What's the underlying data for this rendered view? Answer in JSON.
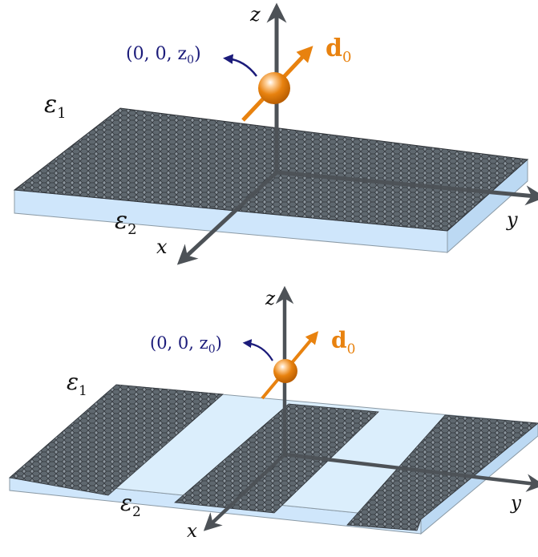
{
  "colors": {
    "axis": "#4d5257",
    "dipole": "#e8820f",
    "position_label": "#1b1b7a",
    "substrate_top": "#dbeefc",
    "substrate_side": "#cfe6fb",
    "graphene_fill": "#7f8a93",
    "graphene_line": "#2f3338"
  },
  "panels": [
    {
      "id": "top",
      "layer": "continuous-graphene-sheet",
      "labels": {
        "position": "(0, 0, z",
        "position_sub": "0",
        "position_close": ")",
        "dipole": "d",
        "dipole_sub": "0",
        "eps1": "ε",
        "eps1_sub": "1",
        "eps2": "ε",
        "eps2_sub": "2",
        "axis_x": "x",
        "axis_y": "y",
        "axis_z": "z"
      }
    },
    {
      "id": "bottom",
      "layer": "graphene-ribbons",
      "labels": {
        "position": "(0, 0, z",
        "position_sub": "0",
        "position_close": ")",
        "dipole": "d",
        "dipole_sub": "0",
        "eps1": "ε",
        "eps1_sub": "1",
        "eps2": "ε",
        "eps2_sub": "2",
        "axis_x": "x",
        "axis_y": "y",
        "axis_z": "z"
      }
    }
  ]
}
